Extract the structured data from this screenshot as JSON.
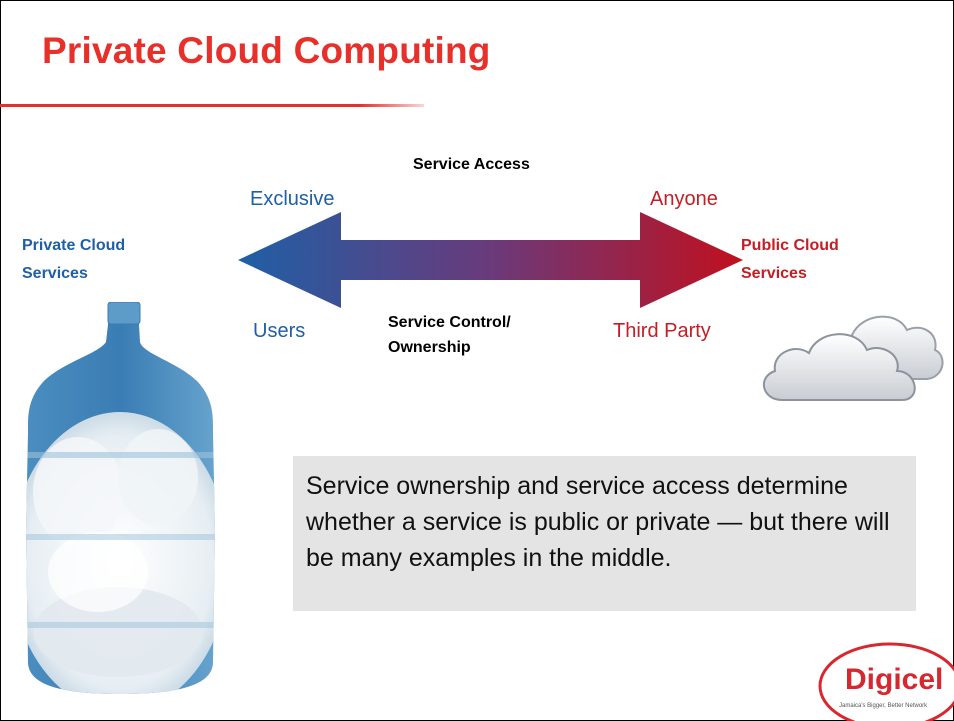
{
  "slide": {
    "title": "Private Cloud Computing",
    "service_access": "Service Access",
    "exclusive": "Exclusive",
    "anyone": "Anyone",
    "private_services_line1": "Private Cloud",
    "private_services_line2": "Services",
    "public_services_line1": "Public Cloud",
    "public_services_line2": "Services",
    "users": "Users",
    "service_control_line1": "Service Control/",
    "service_control_line2": "Ownership",
    "third_party": "Third Party",
    "note": "Service ownership and service access determine whether a service is public or private — but there will be many examples in the middle.",
    "logo_text": "Digicel",
    "logo_tagline": "Jamaica's Bigger, Better Network"
  },
  "colors": {
    "title_red": "#e8302b",
    "arrow_left": "#1f5fa6",
    "arrow_right": "#c0101e",
    "private_blue": "#1f5fa6",
    "public_red": "#c51d23"
  },
  "icons": {
    "arrow": "double-headed-gradient-arrow",
    "bottle": "water-bottle-with-clouds",
    "cloud": "cloud-icon",
    "logo": "digicel-logo"
  }
}
